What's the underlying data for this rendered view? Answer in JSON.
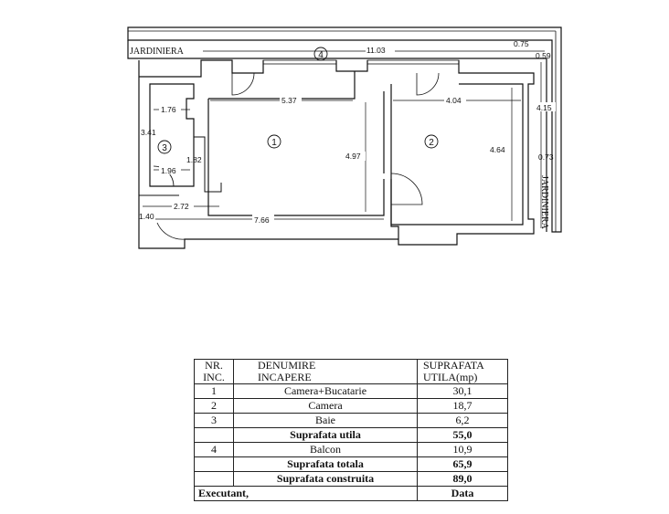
{
  "plan": {
    "labels": {
      "jardiniera_top": "JARDINIERA",
      "jardiniera_right": "JARDINIERA"
    },
    "rooms": [
      {
        "number": "1"
      },
      {
        "number": "2"
      },
      {
        "number": "3"
      },
      {
        "number": "4"
      }
    ],
    "dimensions": {
      "balcony_length": "11.03",
      "balcony_end": "0.75",
      "right_small": "0.59",
      "room1_width": "5.37",
      "room2_width": "4.04",
      "right_side": "4.15",
      "bath_width": "1.76",
      "bath_height": "3.41",
      "bath_inner": "1.82",
      "bath_door": "1.96",
      "hall_width": "2.72",
      "entry": "1.40",
      "total_width": "7.66",
      "room1_height": "4.97",
      "room2_height": "4.64",
      "right_gap": "0.73"
    }
  },
  "table": {
    "headers": {
      "nr_line1": "NR.",
      "nr_line2": "INC.",
      "name_line1": "DENUMIRE",
      "name_line2": "INCAPERE",
      "area_line1": "SUPRAFATA",
      "area_line2": "UTILA(mp)"
    },
    "rows": [
      {
        "nr": "1",
        "name": "Camera+Bucatarie",
        "area": "30,1",
        "bold": false
      },
      {
        "nr": "2",
        "name": "Camera",
        "area": "18,7",
        "bold": false
      },
      {
        "nr": "3",
        "name": "Baie",
        "area": "6,2",
        "bold": false
      },
      {
        "nr": "",
        "name": "Suprafata utila",
        "area": "55,0",
        "bold": true
      },
      {
        "nr": "4",
        "name": "Balcon",
        "area": "10,9",
        "bold": false
      },
      {
        "nr": "",
        "name": "Suprafata totala",
        "area": "65,9",
        "bold": true
      },
      {
        "nr": "",
        "name": "Suprafata construita",
        "area": "89,0",
        "bold": true
      }
    ],
    "footer": {
      "left": "Executant,",
      "right": "Data"
    }
  }
}
